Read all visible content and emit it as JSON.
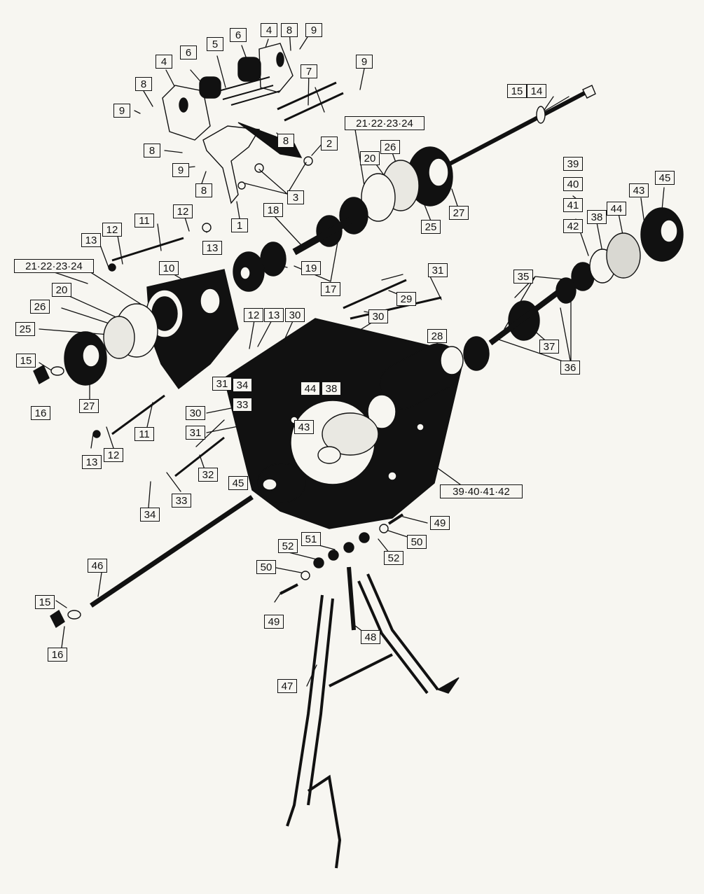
{
  "diagram": {
    "callouts": [
      {
        "id": "c-1",
        "text": "1"
      },
      {
        "id": "c-2",
        "text": "2"
      },
      {
        "id": "c-3",
        "text": "3"
      },
      {
        "id": "c-4a",
        "text": "4"
      },
      {
        "id": "c-4b",
        "text": "4"
      },
      {
        "id": "c-5",
        "text": "5"
      },
      {
        "id": "c-6a",
        "text": "6"
      },
      {
        "id": "c-6b",
        "text": "6"
      },
      {
        "id": "c-7",
        "text": "7"
      },
      {
        "id": "c-8a",
        "text": "8"
      },
      {
        "id": "c-8b",
        "text": "8"
      },
      {
        "id": "c-8c",
        "text": "8"
      },
      {
        "id": "c-8d",
        "text": "8"
      },
      {
        "id": "c-8e",
        "text": "8"
      },
      {
        "id": "c-9a",
        "text": "9"
      },
      {
        "id": "c-9b",
        "text": "9"
      },
      {
        "id": "c-9c",
        "text": "9"
      },
      {
        "id": "c-9d",
        "text": "9"
      },
      {
        "id": "c-10",
        "text": "10"
      },
      {
        "id": "c-11a",
        "text": "11"
      },
      {
        "id": "c-11b",
        "text": "11"
      },
      {
        "id": "c-12a",
        "text": "12"
      },
      {
        "id": "c-12b",
        "text": "12"
      },
      {
        "id": "c-12c",
        "text": "12"
      },
      {
        "id": "c-12d",
        "text": "12"
      },
      {
        "id": "c-13a",
        "text": "13"
      },
      {
        "id": "c-13b",
        "text": "13"
      },
      {
        "id": "c-13c",
        "text": "13"
      },
      {
        "id": "c-13d",
        "text": "13"
      },
      {
        "id": "c-14",
        "text": "14"
      },
      {
        "id": "c-15a",
        "text": "15"
      },
      {
        "id": "c-15b",
        "text": "15"
      },
      {
        "id": "c-15c",
        "text": "15"
      },
      {
        "id": "c-16a",
        "text": "16"
      },
      {
        "id": "c-16b",
        "text": "16"
      },
      {
        "id": "c-17",
        "text": "17"
      },
      {
        "id": "c-18",
        "text": "18"
      },
      {
        "id": "c-19",
        "text": "19"
      },
      {
        "id": "c-20a",
        "text": "20"
      },
      {
        "id": "c-20b",
        "text": "20"
      },
      {
        "id": "c-2124a",
        "text": "21·22·23·24"
      },
      {
        "id": "c-2124b",
        "text": "21·22·23·24"
      },
      {
        "id": "c-25a",
        "text": "25"
      },
      {
        "id": "c-25b",
        "text": "25"
      },
      {
        "id": "c-26a",
        "text": "26"
      },
      {
        "id": "c-26b",
        "text": "26"
      },
      {
        "id": "c-27a",
        "text": "27"
      },
      {
        "id": "c-27b",
        "text": "27"
      },
      {
        "id": "c-28",
        "text": "28"
      },
      {
        "id": "c-29",
        "text": "29"
      },
      {
        "id": "c-30a",
        "text": "30"
      },
      {
        "id": "c-30b",
        "text": "30"
      },
      {
        "id": "c-30c",
        "text": "30"
      },
      {
        "id": "c-31a",
        "text": "31"
      },
      {
        "id": "c-31b",
        "text": "31"
      },
      {
        "id": "c-31c",
        "text": "31"
      },
      {
        "id": "c-32",
        "text": "32"
      },
      {
        "id": "c-33a",
        "text": "33"
      },
      {
        "id": "c-33b",
        "text": "33"
      },
      {
        "id": "c-34a",
        "text": "34"
      },
      {
        "id": "c-34b",
        "text": "34"
      },
      {
        "id": "c-35",
        "text": "35"
      },
      {
        "id": "c-36",
        "text": "36"
      },
      {
        "id": "c-37",
        "text": "37"
      },
      {
        "id": "c-38a",
        "text": "38"
      },
      {
        "id": "c-38b",
        "text": "38"
      },
      {
        "id": "c-39",
        "text": "39"
      },
      {
        "id": "c-40",
        "text": "40"
      },
      {
        "id": "c-41",
        "text": "41"
      },
      {
        "id": "c-42",
        "text": "42"
      },
      {
        "id": "c-3942",
        "text": "39·40·41·42"
      },
      {
        "id": "c-43a",
        "text": "43"
      },
      {
        "id": "c-43b",
        "text": "43"
      },
      {
        "id": "c-44a",
        "text": "44"
      },
      {
        "id": "c-44b",
        "text": "44"
      },
      {
        "id": "c-45a",
        "text": "45"
      },
      {
        "id": "c-45b",
        "text": "45"
      },
      {
        "id": "c-46",
        "text": "46"
      },
      {
        "id": "c-47",
        "text": "47"
      },
      {
        "id": "c-48",
        "text": "48"
      },
      {
        "id": "c-49a",
        "text": "49"
      },
      {
        "id": "c-49b",
        "text": "49"
      },
      {
        "id": "c-50a",
        "text": "50"
      },
      {
        "id": "c-50b",
        "text": "50"
      },
      {
        "id": "c-51",
        "text": "51"
      },
      {
        "id": "c-52a",
        "text": "52"
      },
      {
        "id": "c-52b",
        "text": "52"
      }
    ]
  }
}
